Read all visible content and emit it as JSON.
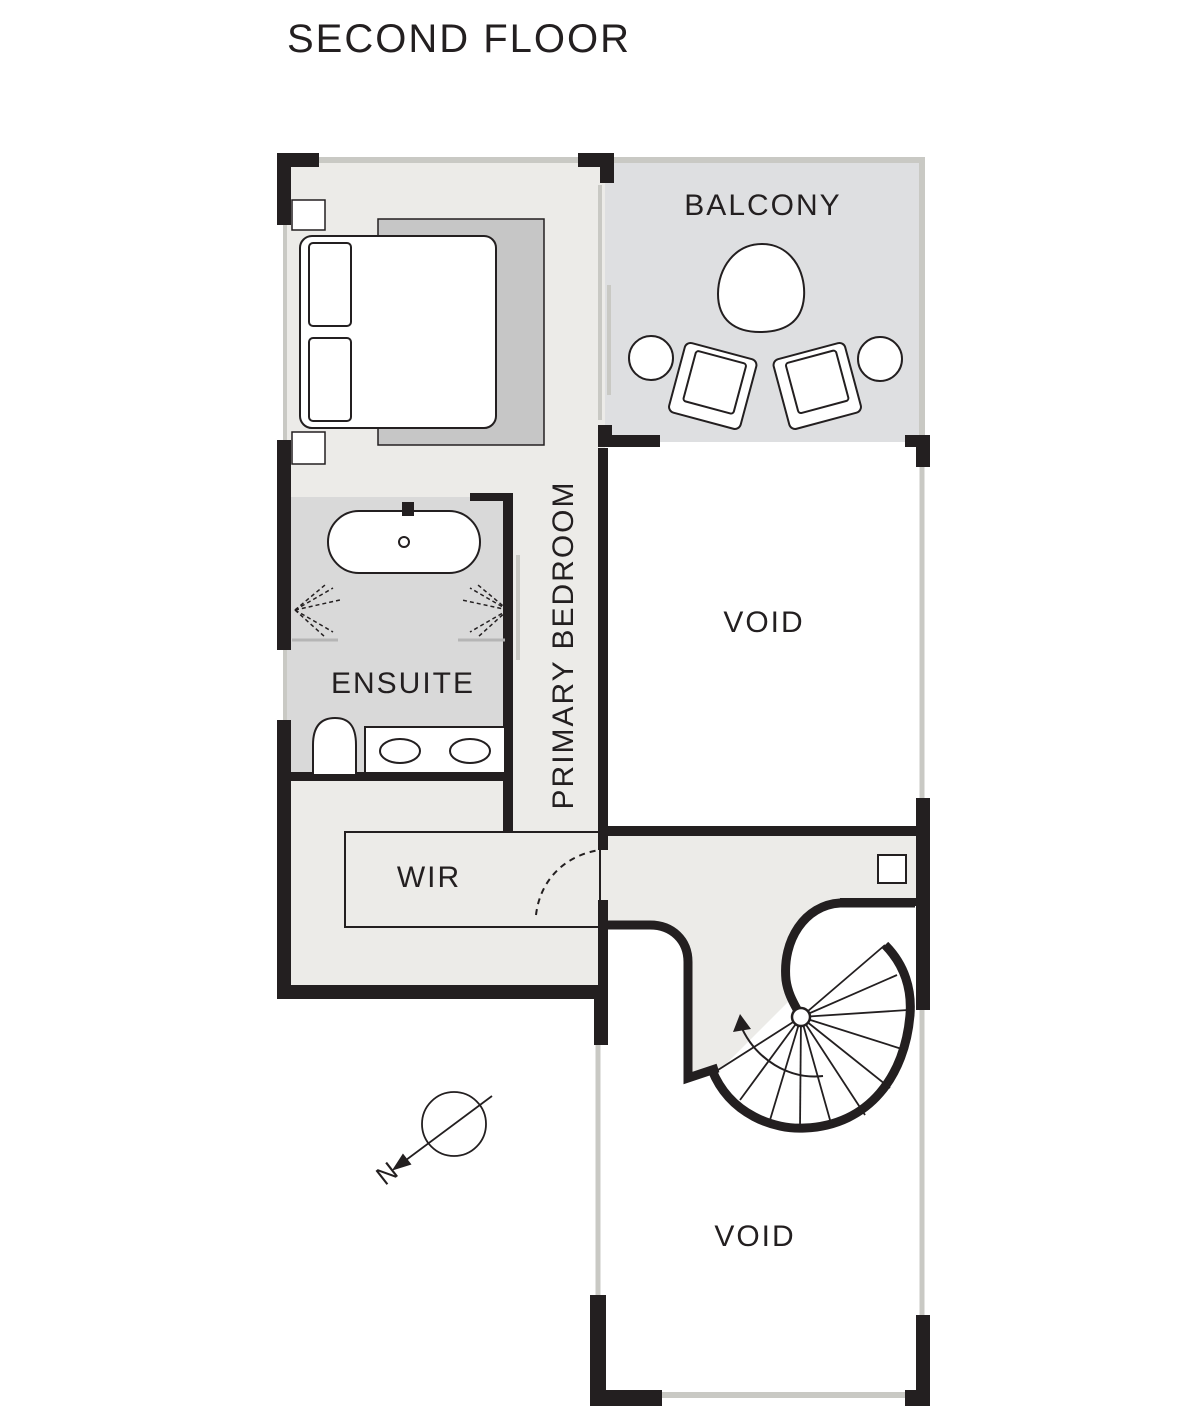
{
  "title": "SECOND FLOOR",
  "rooms": {
    "balcony": "BALCONY",
    "primary_bedroom": "PRIMARY BEDROOM",
    "ensuite": "ENSUITE",
    "wir": "WIR",
    "void_upper": "VOID",
    "void_lower": "VOID"
  },
  "compass": {
    "north": "N"
  },
  "colors": {
    "wall": "#231f20",
    "floor": "#ecebe8",
    "wet_area": "#d9d9d9",
    "balcony": "#dedfe1",
    "furniture_stroke": "#231f20",
    "window": "#c9c9c4"
  }
}
